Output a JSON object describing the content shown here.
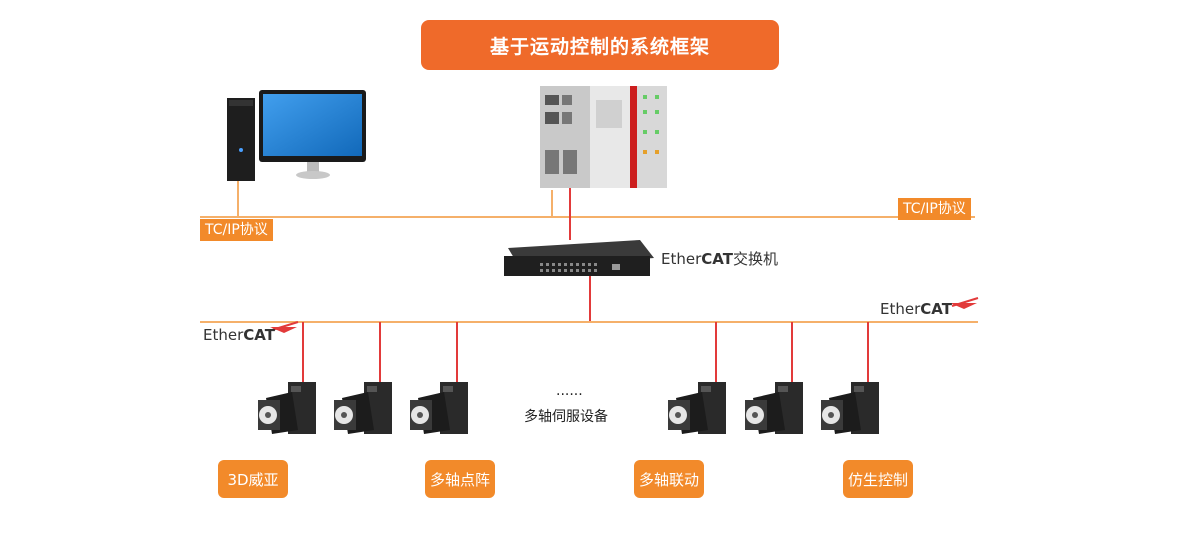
{
  "title": "基于运动控制的系统框架",
  "tcp_label": "TC/IP协议",
  "switch_label_prefix": "Ether",
  "switch_label_bold": "CAT",
  "switch_label_suffix": "交换机",
  "ethercat_prefix": "Ether",
  "ethercat_bold": "CAT",
  "ellipsis": "......",
  "servo_caption": "多轴伺服设备",
  "applications": [
    "3D威亚",
    "多轴点阵",
    "多轴联动",
    "仿生控制"
  ],
  "colors": {
    "accent": "#ef6a2a",
    "label": "#f28a2a",
    "tcp_line": "#f5b06a",
    "red_line": "#e23a3a"
  }
}
